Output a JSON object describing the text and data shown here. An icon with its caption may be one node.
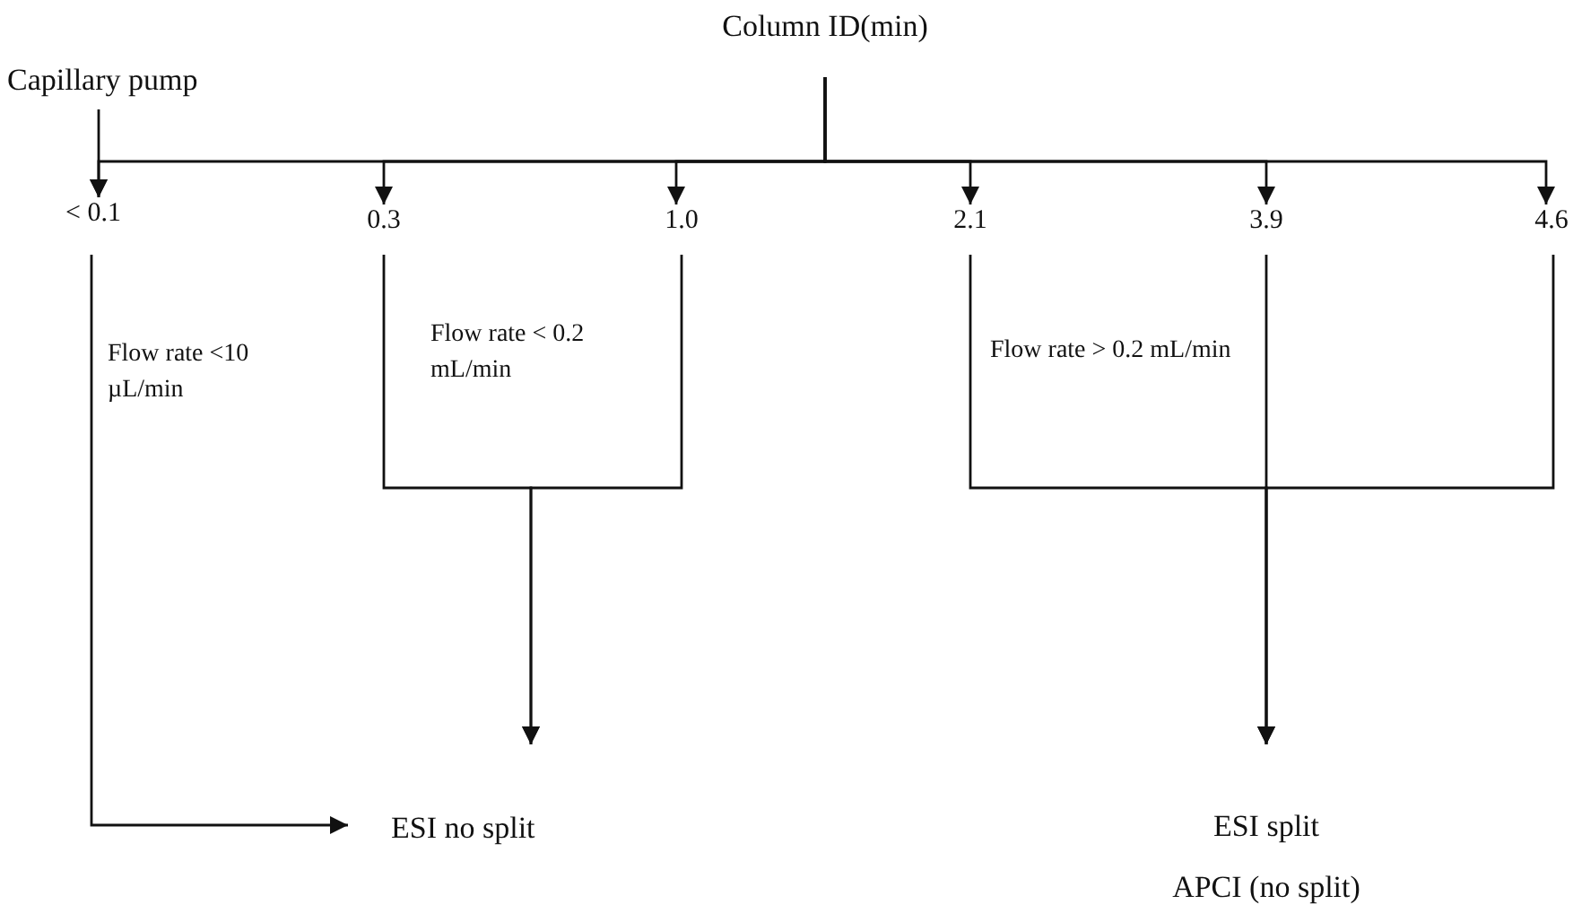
{
  "diagram": {
    "nodes": [
      {
        "text": [
          "Column ID(min)"
        ]
      },
      {
        "text": [
          "Capillary pump"
        ]
      },
      {
        "text": [
          "< 0.1"
        ]
      },
      {
        "text": [
          "0.3"
        ]
      },
      {
        "text": [
          "1.0"
        ]
      },
      {
        "text": [
          "2.1"
        ]
      },
      {
        "text": [
          "3.9"
        ]
      },
      {
        "text": [
          "4.6"
        ]
      },
      {
        "text": [
          "ESI no split"
        ]
      },
      {
        "text": [
          "ESI split",
          "APCI (no split)"
        ]
      }
    ],
    "edges": [
      {
        "from": 0,
        "to": 2,
        "arrow": "to"
      },
      {
        "from": 0,
        "to": 3,
        "arrow": "to"
      },
      {
        "from": 0,
        "to": 4,
        "arrow": "to"
      },
      {
        "from": 0,
        "to": 5,
        "arrow": "to"
      },
      {
        "from": 0,
        "to": 6,
        "arrow": "to"
      },
      {
        "from": 0,
        "to": 7,
        "arrow": "to"
      },
      {
        "from": 1,
        "to": 2,
        "arrow": "to"
      },
      {
        "from": 2,
        "to": 8,
        "arrow": "to"
      },
      {
        "from": 3,
        "to": 8,
        "arrow": "to"
      },
      {
        "from": 4,
        "to": 8,
        "arrow": "to"
      },
      {
        "from": 5,
        "to": 9,
        "arrow": "to"
      },
      {
        "from": 6,
        "to": 9,
        "arrow": "to"
      },
      {
        "from": 7,
        "to": 9,
        "arrow": "to"
      }
    ],
    "labels": [
      "Flow rate <10 µL/min",
      "Flow rate < 0.2 mL/min",
      "Flow rate > 0.2 mL/min"
    ]
  }
}
